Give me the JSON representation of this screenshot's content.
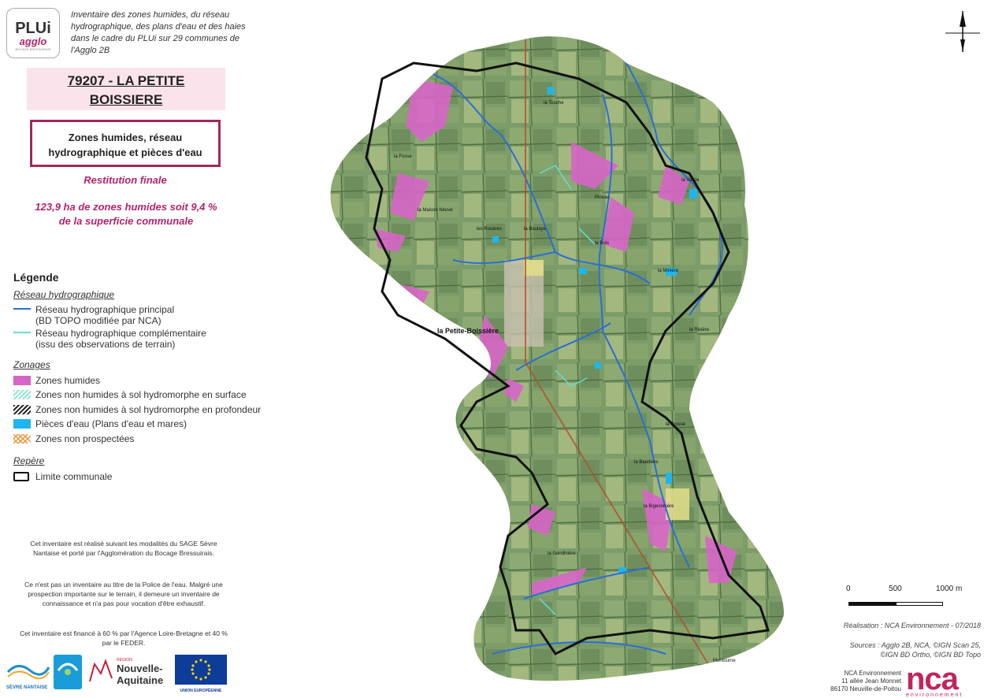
{
  "header": {
    "logo_text_top": "PLUi",
    "logo_text_bottom": "agglo",
    "logo_caption": "BOCAGE BRESSUIRAIS",
    "description": "Inventaire des zones humides, du réseau hydrographique, des plans d'eau et des haies dans le cadre du PLUi sur 29 communes de l'Agglo 2B"
  },
  "title": {
    "line1": "79207 - LA PETITE",
    "line2": "BOISSIERE"
  },
  "subtitle": {
    "line1": "Zones humides, réseau",
    "line2": "hydrographique et pièces d'eau"
  },
  "restitution": "Restitution finale",
  "stats": {
    "line1": "123,9 ha de zones humides soit 9,4 %",
    "line2": "de la superficie communale"
  },
  "legend": {
    "title": "Légende",
    "sections": {
      "reseau": "Réseau hydrographique",
      "zonages": "Zonages",
      "repere": "Repère"
    },
    "items": {
      "principal_l1": "Réseau hydrographique principal",
      "principal_l2": "(BD TOPO modifiée par NCA)",
      "complementaire_l1": "Réseau hydrographique complémentaire",
      "complementaire_l2": "(issu des observations de terrain)",
      "zones_humides": "Zones humides",
      "non_humides_surface": "Zones non humides à sol hydromorphe en surface",
      "non_humides_profondeur": "Zones non humides à sol hydromorphe en profondeur",
      "pieces_eau": "Pièces d'eau (Plans d'eau et mares)",
      "non_prospectees": "Zones non prospectées",
      "limite": "Limite communale"
    },
    "colors": {
      "principal": "#2a6fd6",
      "complementaire": "#5fe0d6",
      "zones_humides": "#d765c8",
      "surface": "#8fe6cc",
      "profondeur": "#222222",
      "pieces_eau": "#1fb6f0",
      "non_prospectees": "#e59a3c"
    }
  },
  "notes": {
    "n1": "Cet inventaire est réalisé suivant les modalités du SAGE Sèvre Nantaise et porté par l'Agglomération du Bocage Bressuirais.",
    "n2": "Ce n'est pas un inventaire au titre de la Police de l'eau. Malgré une prospection importante sur le terrain, il demeure un inventaire de connaissance et n'a pas pour vocation d'être exhaustif.",
    "n3": "Cet inventaire est financé à 60 % par l'Agence Loire-Bretagne et 40 % par le FEDER."
  },
  "logos": {
    "sevre": "SÈVRE NANTAISE",
    "nouvelle1": "Nouvelle-",
    "nouvelle2": "Aquitaine",
    "region": "RÉGION",
    "ue": "UNION EUROPÉENNE"
  },
  "map": {
    "town_label": "la Petite-Boissière",
    "places": [
      "la Touche",
      "la Fosse",
      "le Bois",
      "la Vallée",
      "Pineau",
      "la Minière",
      "la Rivière",
      "la Maison Neuve",
      "les Rouères",
      "la Boulaye",
      "la Gandinière",
      "la Brosse",
      "Montourne",
      "la Baudière",
      "la Bigeonnière"
    ]
  },
  "scale": {
    "labels": [
      "0",
      "500",
      "1000  m"
    ]
  },
  "credits": {
    "realisation": "Réalisation : NCA Environnement - 07/2018",
    "sources_l1": "Sources : Agglo 2B, NCA, ©IGN Scan 25,",
    "sources_l2": "©IGN BD Ortho, ©IGN BD Topo",
    "addr_l1": "NCA Environnement",
    "addr_l2": "11 allée Jean Monnet",
    "addr_l3": "86170 Neuville-de-Poitou",
    "nca_logo": "nca",
    "nca_sub": "environnement"
  }
}
